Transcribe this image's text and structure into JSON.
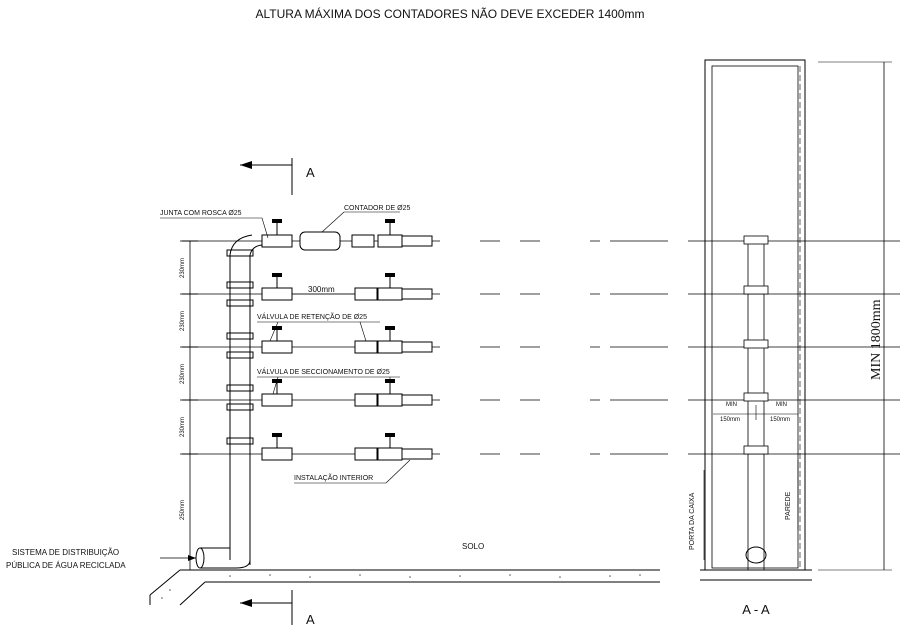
{
  "title": "ALTURA MÁXIMA DOS CONTADORES NÃO DEVE EXCEDER 1400mm",
  "section_marker": "A",
  "section_title": "A - A",
  "labels": {
    "junta": "JUNTA COM ROSCA Ø25",
    "contador": "CONTADOR DE Ø25",
    "spacing": "300mm",
    "retencao": "VÁLVULA DE RETENÇÃO DE Ø25",
    "seccionamento": "VÁLVULA DE SECCIONAMENTO DE Ø25",
    "instalacao": "INSTALAÇÃO INTERIOR",
    "solo": "SOLO",
    "sistema_line1": "SISTEMA DE DISTRIBUIÇÃO",
    "sistema_line2": "PÚBLICA DE ÁGUA RECICLADA",
    "porta": "PORTA DA CAIXA",
    "parede": "PAREDE",
    "min": "MIN",
    "min_150": "150mm",
    "height": "MIN 1800mm"
  },
  "vertical_dims": [
    "230mm",
    "230mm",
    "230mm",
    "230mm",
    "250mm"
  ]
}
